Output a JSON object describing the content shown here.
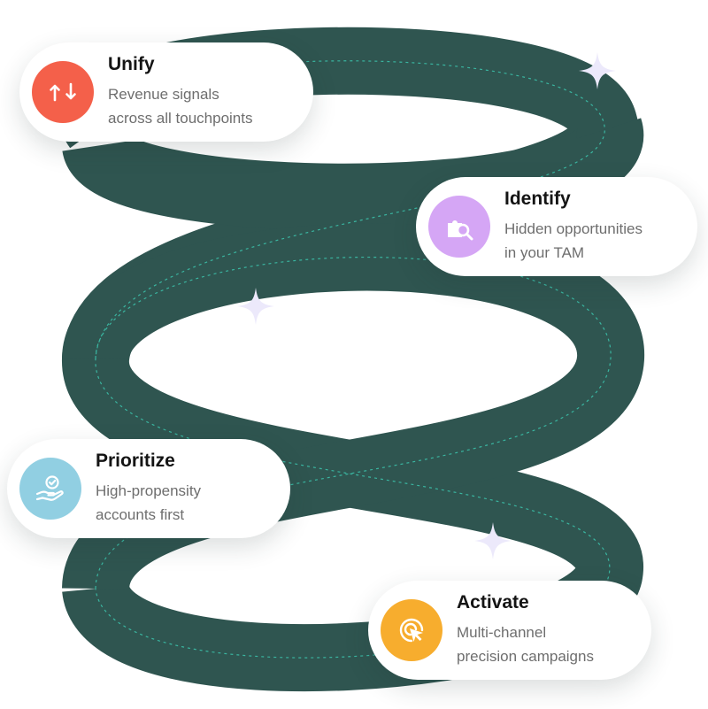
{
  "center": {
    "line1": "",
    "line2": ""
  },
  "colors": {
    "ribbon": "#2f5550",
    "ribbon_dash": "#3ab5a0",
    "sparkle": "#ece9fb",
    "card_title": "#141414",
    "card_desc": "#6e6e6e"
  },
  "cards": [
    {
      "title": "Unify",
      "desc_line1": "Revenue signals",
      "desc_line2": "across all touchpoints",
      "icon": "sync-arrows-icon",
      "badge_color": "#f4604a"
    },
    {
      "title": "Identify",
      "desc_line1": "Hidden opportunities",
      "desc_line2": "in your TAM",
      "icon": "puzzle-search-icon",
      "badge_color": "#d5a6f5"
    },
    {
      "title": "Prioritize",
      "desc_line1": "High-propensity",
      "desc_line2": "accounts first",
      "icon": "hand-check-icon",
      "badge_color": "#91cfe2"
    },
    {
      "title": "Activate",
      "desc_line1": "Multi-channel",
      "desc_line2": "precision campaigns",
      "icon": "cursor-click-icon",
      "badge_color": "#f7ad2e"
    }
  ]
}
